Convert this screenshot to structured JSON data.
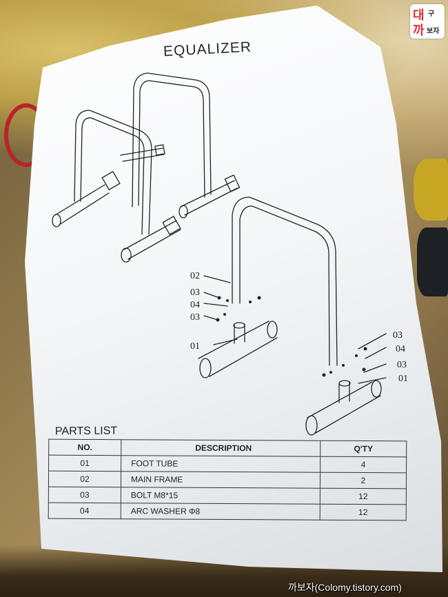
{
  "document": {
    "title": "EQUALIZER",
    "parts_heading": "PARTS LIST",
    "table": {
      "headers": [
        "NO.",
        "DESCRIPTION",
        "Q'TY"
      ],
      "rows": [
        {
          "no": "01",
          "description": "FOOT TUBE",
          "qty": "4"
        },
        {
          "no": "02",
          "description": "MAIN FRAME",
          "qty": "2"
        },
        {
          "no": "03",
          "description": "BOLT M8*15",
          "qty": "12"
        },
        {
          "no": "04",
          "description": "ARC WASHER  Φ8",
          "qty": "12"
        }
      ]
    },
    "callouts_left": [
      "02",
      "03",
      "04",
      "03",
      "01"
    ],
    "callouts_right": [
      "03",
      "04",
      "03",
      "01"
    ]
  },
  "logo": {
    "line1_big": "대",
    "line1_small": "구",
    "line2_big": "까",
    "line2_small": "보자"
  },
  "watermark": "까보자(Colomy.tistory.com)"
}
